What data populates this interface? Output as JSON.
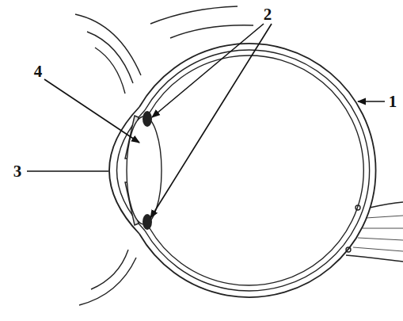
{
  "diagram": {
    "labels": [
      "2",
      "4",
      "1",
      "3"
    ]
  }
}
